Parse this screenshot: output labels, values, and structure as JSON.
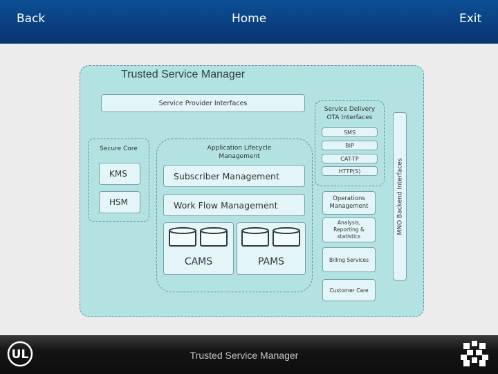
{
  "header": {
    "back": "Back",
    "home": "Home",
    "exit": "Exit"
  },
  "diagram": {
    "title": "Trusted Service Manager",
    "service_provider_interfaces": "Service Provider Interfaces",
    "service_delivery_ota": "Service Delivery\nOTA Interfaces",
    "mno_backend": "MNO Backend Interfaces",
    "secure_core": {
      "label": "Secure Core",
      "kms": "KMS",
      "hsm": "HSM"
    },
    "alm": {
      "label": "Application Lifecycle\nManagement",
      "subscriber": "Subscriber Management",
      "workflow": "Work Flow Management",
      "cams": "CAMS",
      "pams": "PAMS"
    },
    "ota": [
      "SMS",
      "BIP",
      "CAT-TP",
      "HTTP(S)"
    ],
    "operations": [
      "Operations\nManagement",
      "Analysis,\nReporting &\nstatistics",
      "Billing Services",
      "Customer Care"
    ]
  },
  "footer": {
    "title": "Trusted Service Manager"
  }
}
